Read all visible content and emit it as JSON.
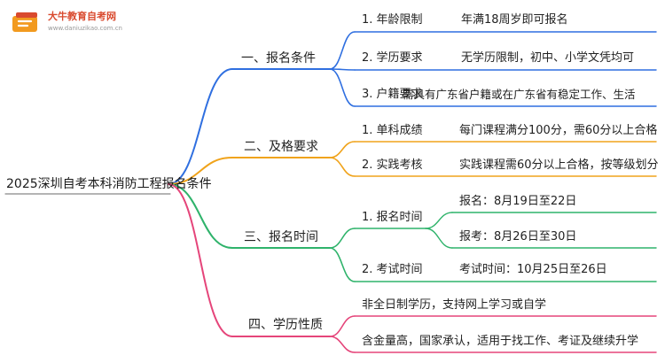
{
  "logo": {
    "title": "大牛教育自考网",
    "url": "www.daniuzikao.com.cn"
  },
  "root": {
    "label": "2025深圳自考本科消防工程报名条件"
  },
  "colors": {
    "blue": "#2f6fe0",
    "orange": "#f0a31b",
    "green": "#2fb36b",
    "pink": "#e5457a"
  },
  "sections": [
    {
      "label": "一、报名条件",
      "color": "blue",
      "items": [
        {
          "label": "1. 年龄限制",
          "details": [
            "年满18周岁即可报名"
          ]
        },
        {
          "label": "2. 学历要求",
          "details": [
            "无学历限制，初中、小学文凭均可"
          ]
        },
        {
          "label": "3. 户籍要求",
          "details": [
            "需具有广东省户籍或在广东省有稳定工作、生活"
          ]
        }
      ]
    },
    {
      "label": "二、及格要求",
      "color": "orange",
      "items": [
        {
          "label": "1. 单科成绩",
          "details": [
            "每门课程满分100分，需60分以上合格"
          ]
        },
        {
          "label": "2. 实践考核",
          "details": [
            "实践课程需60分以上合格，按等级划分"
          ]
        }
      ]
    },
    {
      "label": "三、报名时间",
      "color": "green",
      "items": [
        {
          "label": "1. 报名时间",
          "details": [
            "报名：8月19日至22日",
            "报考：8月26日至30日"
          ]
        },
        {
          "label": "2. 考试时间",
          "details": [
            "考试时间：10月25日至26日"
          ]
        }
      ]
    },
    {
      "label": "四、学历性质",
      "color": "pink",
      "items": [
        {
          "label": "非全日制学历，支持网上学习或自学",
          "details": []
        },
        {
          "label": "含金量高，国家承认，适用于找工作、考证及继续升学",
          "details": []
        }
      ]
    }
  ]
}
